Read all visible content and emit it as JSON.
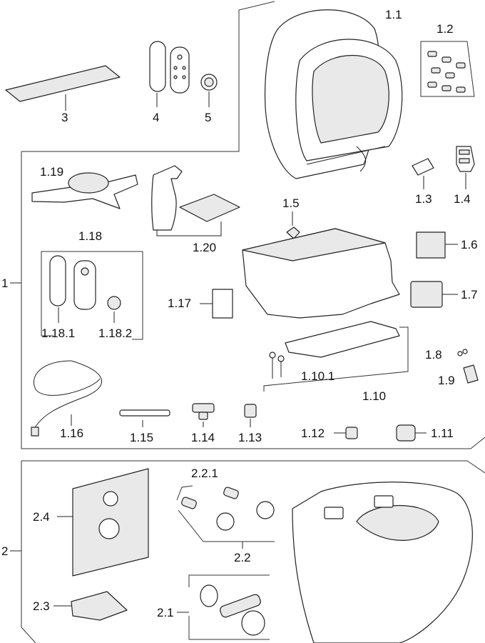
{
  "labels": {
    "p1_1": "1.1",
    "p1_2": "1.2",
    "p3": "3",
    "p4": "4",
    "p5": "5",
    "p1_19": "1.19",
    "p1_20": "1.20",
    "p1_3": "1.3",
    "p1_4": "1.4",
    "p1_5": "1.5",
    "p1_6": "1.6",
    "p1_7": "1.7",
    "p1_18": "1.18",
    "p1": "1",
    "p1_17": "1.17",
    "p1_18_1": "1.18.1",
    "p1_18_2": "1.18.2",
    "p1_8": "1.8",
    "p1_9": "1.9",
    "p1_10_1": "1.10.1",
    "p1_10": "1.10",
    "p1_16": "1.16",
    "p1_15": "1.15",
    "p1_14": "1.14",
    "p1_13": "1.13",
    "p1_12": "1.12",
    "p1_11": "1.11",
    "p2_2_1": "2.2.1",
    "p2_4": "2.4",
    "p2": "2",
    "p2_2": "2.2",
    "p2_3": "2.3",
    "p2_1": "2.1"
  },
  "colors": {
    "line": "#222222",
    "part_fill": "#e9e9e9",
    "background": "#ffffff"
  }
}
